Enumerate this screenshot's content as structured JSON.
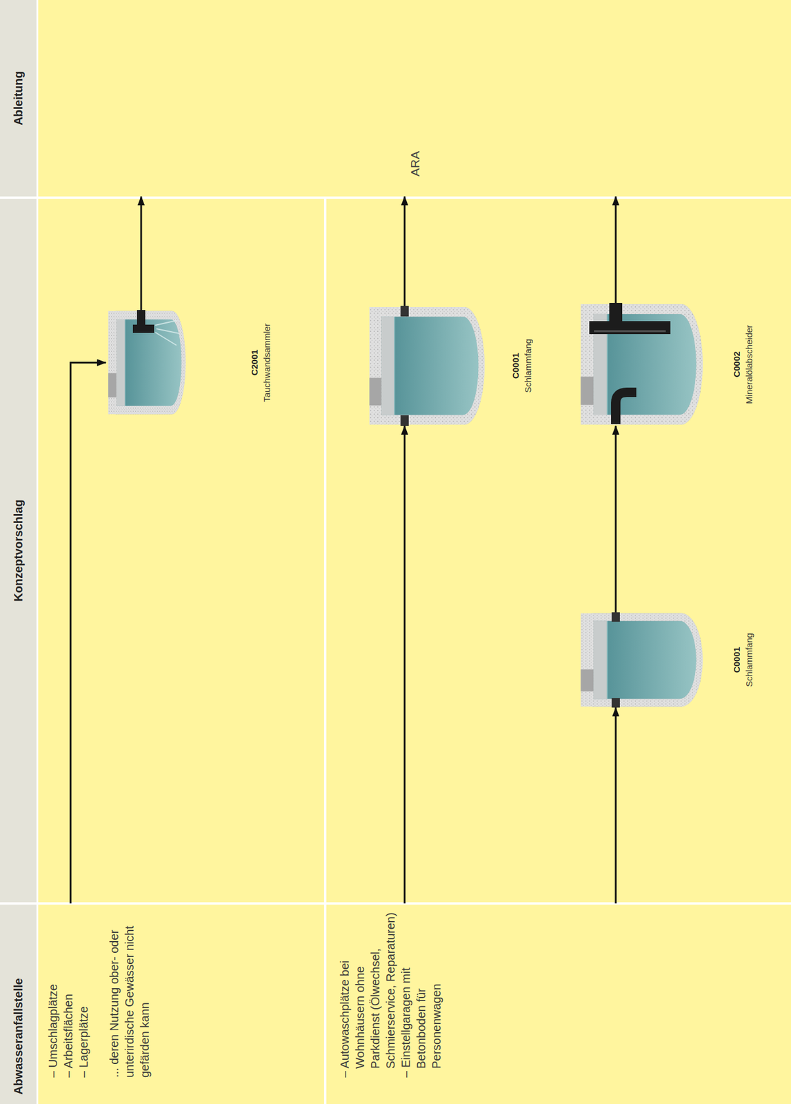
{
  "diagram": {
    "nodes": [
      {
        "text": [
          "– Umschlagplätze",
          "– Arbeitsflächen",
          "– Lagerplätze",
          "... deren Nutzung ober- oder unterirdische Gewässer nicht gefärden kann"
        ]
      },
      {
        "text": [
          "– Autowaschplätze bei Wohnhäusern ohne Parkdienst (Ölwechsel, Schmierservice, Reparaturen)",
          "– Einstellgaragen mit Betonboden für Personenwagen"
        ]
      },
      {
        "text": [
          "C2001",
          "Tauchwandsammler"
        ]
      },
      {
        "text": [
          "C0001",
          "Schlammfang"
        ]
      },
      {
        "text": [
          "C0001",
          "Schlammfang"
        ]
      },
      {
        "text": [
          "C0002",
          "Mineralölabscheider"
        ]
      },
      {
        "text": [
          "ARA"
        ]
      }
    ],
    "edges": [
      {
        "from": 0,
        "to": 2,
        "arrow": "to"
      },
      {
        "from": 2,
        "to": 6,
        "arrow": "to"
      },
      {
        "from": 1,
        "to": 3,
        "arrow": "to"
      },
      {
        "from": 3,
        "to": 6,
        "arrow": "to"
      },
      {
        "from": 1,
        "to": 4,
        "arrow": "to"
      },
      {
        "from": 4,
        "to": 5,
        "arrow": "to"
      },
      {
        "from": 5,
        "to": 6,
        "arrow": "to"
      }
    ],
    "labels": [
      "Abwasseranfallstelle",
      "Konzeptvorschlag",
      "Ableitung"
    ]
  }
}
